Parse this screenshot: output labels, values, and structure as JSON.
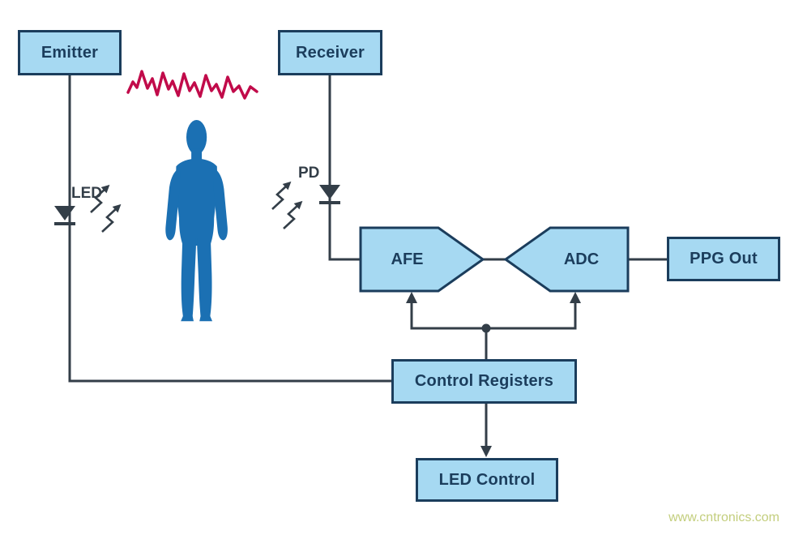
{
  "diagram": {
    "boxes": {
      "emitter": "Emitter",
      "receiver": "Receiver",
      "afe": "AFE",
      "adc": "ADC",
      "ppg_out": "PPG Out",
      "control_registers": "Control Registers",
      "led_control": "LED Control"
    },
    "labels": {
      "led": "LED",
      "pd": "PD"
    },
    "watermark": "www.cntronics.com",
    "colors": {
      "box_fill": "#a6d9f2",
      "box_border": "#1b3d5c",
      "line": "#333e48",
      "figure": "#1b70b3",
      "waveform": "#c10b4a",
      "watermark": "#c3ce7d"
    }
  }
}
